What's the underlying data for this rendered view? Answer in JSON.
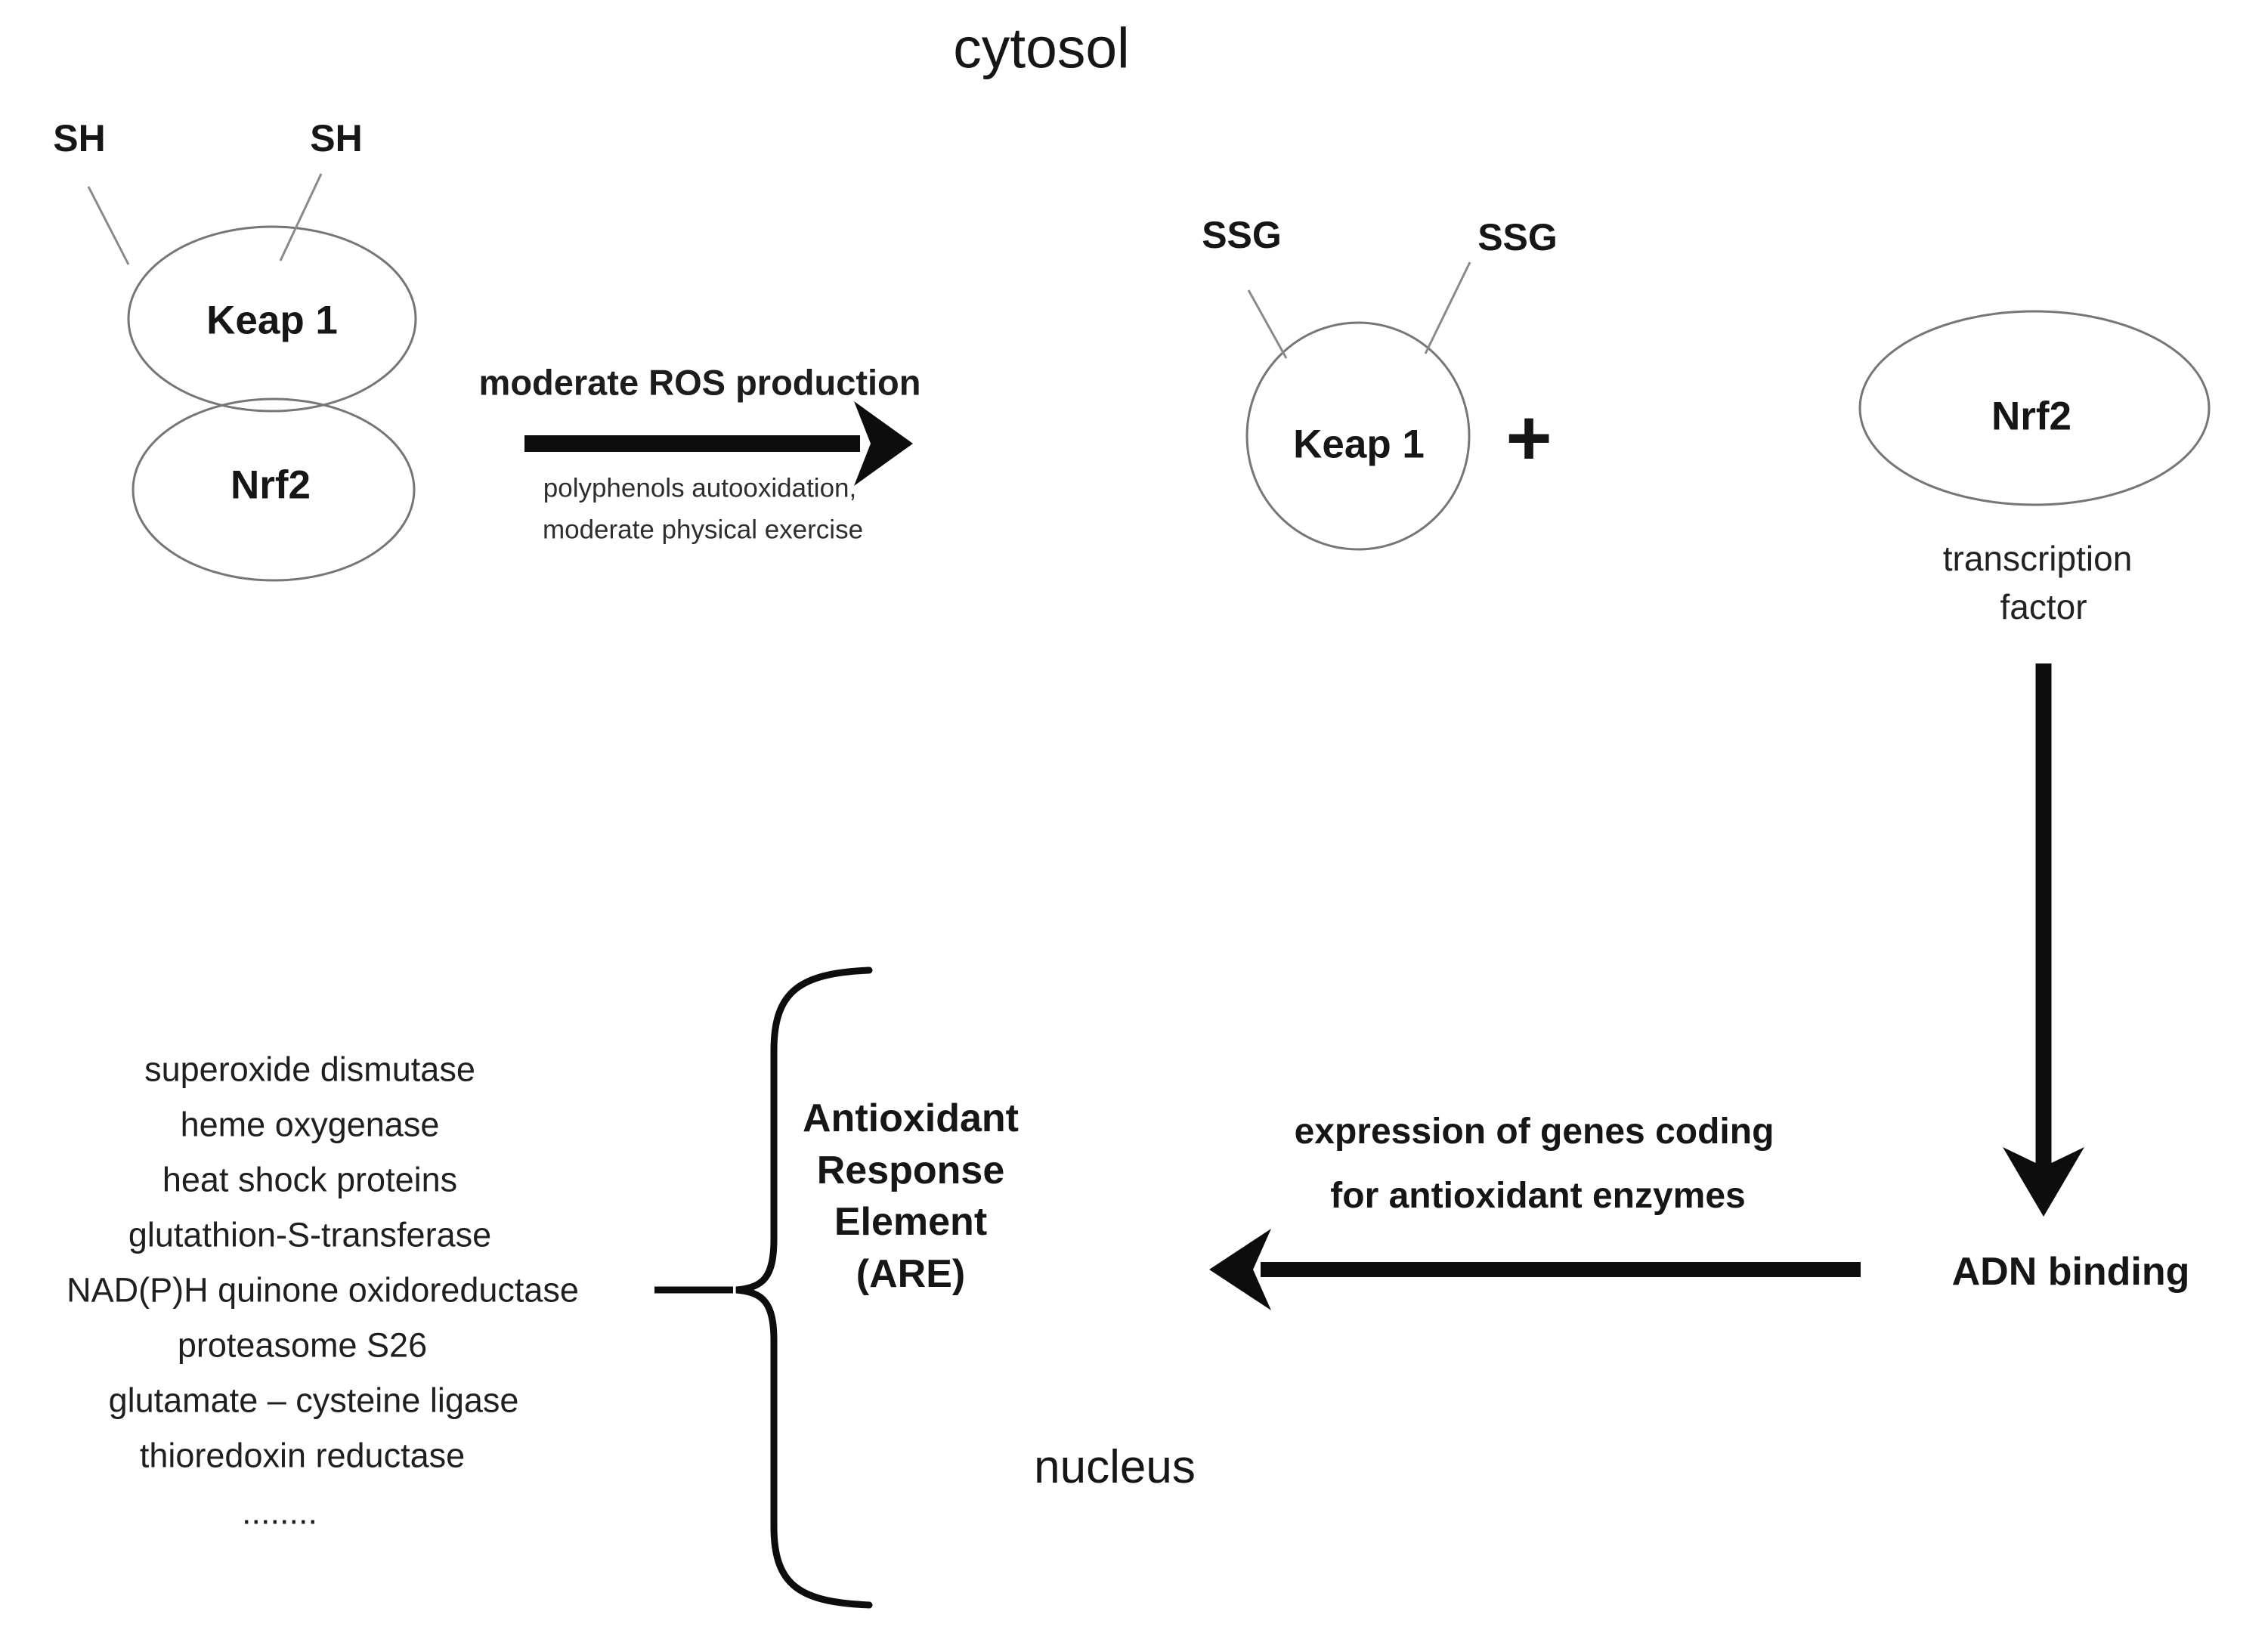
{
  "regions": {
    "cytosol": "cytosol",
    "nucleus": "nucleus"
  },
  "inactive_complex": {
    "thiol_left": "SH",
    "thiol_right": "SH",
    "keap1_label": "Keap 1",
    "nrf2_label": "Nrf2"
  },
  "ros_arrow": {
    "title": "moderate ROS production",
    "subtitle_line1": "polyphenols autooxidation,",
    "subtitle_line2": "moderate physical exercise"
  },
  "oxidized_complex": {
    "glutathione_left": "SSG",
    "glutathione_right": "SSG",
    "keap1_label": "Keap 1",
    "plus_sign": "+",
    "nrf2_label": "Nrf2",
    "nrf2_caption_line1": "transcription",
    "nrf2_caption_line2": "factor"
  },
  "dna_binding_label": "ADN binding",
  "expression_arrow": {
    "line1": "expression of genes coding",
    "line2": "for antioxidant enzymes"
  },
  "are_block": {
    "line1": "Antioxidant",
    "line2": "Response",
    "line3": "Element",
    "line4": "(ARE)"
  },
  "enzyme_list": {
    "items": [
      "superoxide dismutase",
      "heme oxygenase",
      "heat shock proteins",
      "glutathion-S-transferase",
      "NAD(P)H quinone oxidoreductase",
      "proteasome S26",
      "glutamate – cysteine ligase",
      "thioredoxin reductase",
      "........"
    ]
  },
  "colors": {
    "ink": "#161616",
    "shape_stroke": "#0d0d0d",
    "ellipse_stroke": "#767676",
    "connector_stroke": "#8a8a8a",
    "background": "#ffffff"
  }
}
